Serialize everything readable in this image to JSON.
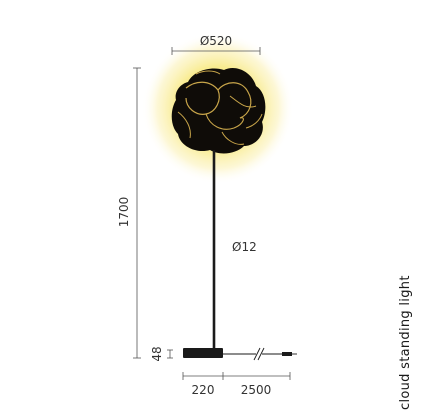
{
  "title": "cloud standing light",
  "dimensions": {
    "shade_diameter": "Ø520",
    "height": "1700",
    "stem_diameter": "Ø12",
    "base_height": "48",
    "base_width": "220",
    "cable_length": "2500"
  },
  "colors": {
    "glow": "#f6e15a",
    "shade": "#0f0c08",
    "accent": "#c9a64a",
    "stem": "#1a1a1a",
    "lines": "#555555"
  }
}
